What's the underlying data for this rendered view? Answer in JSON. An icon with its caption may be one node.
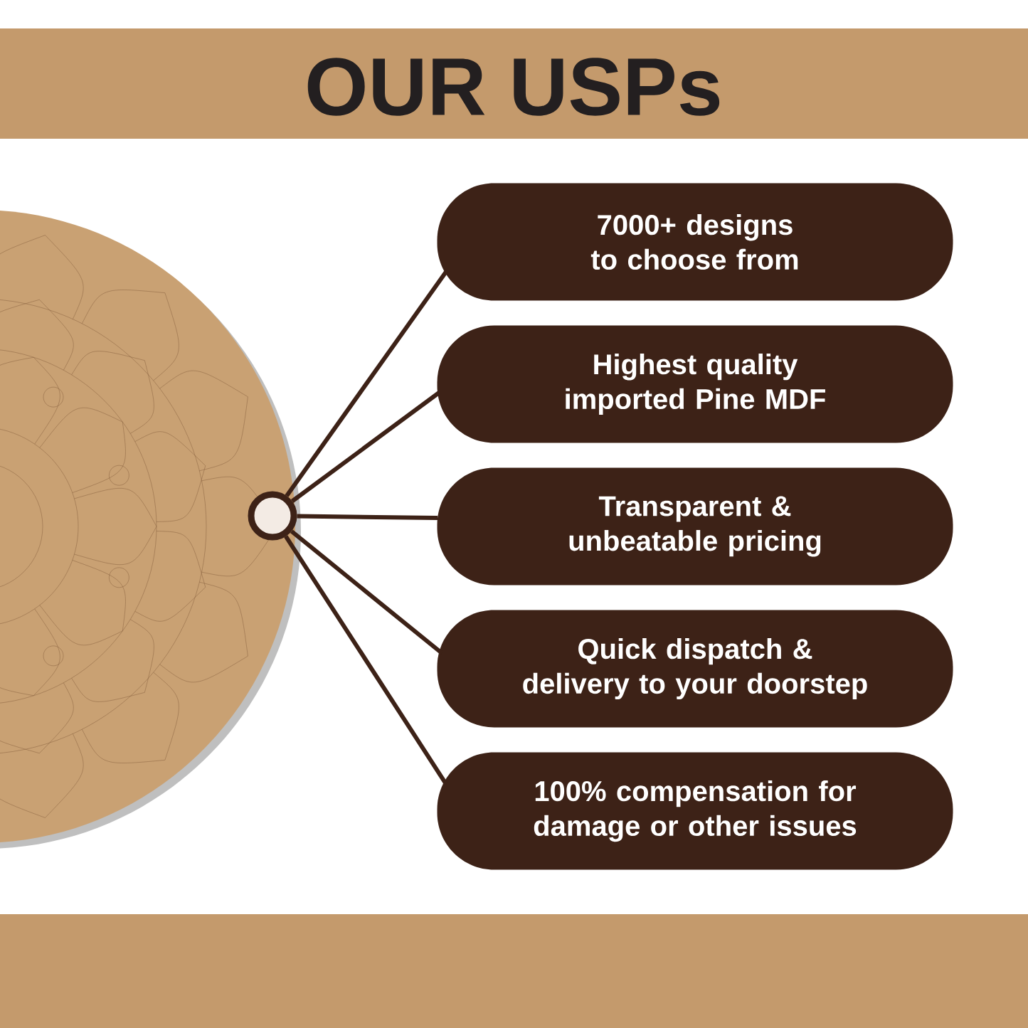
{
  "diagram": {
    "title": "OUR USPs",
    "nodes": [
      {
        "text": [],
        "shape": "circle"
      },
      {
        "text": [
          "7000+ designs to choose from"
        ]
      },
      {
        "text": [
          "Highest quality imported Pine MDF"
        ]
      },
      {
        "text": [
          "Transparent & unbeatable pricing"
        ]
      },
      {
        "text": [
          "Quick dispatch & delivery to your doorstep"
        ]
      },
      {
        "text": [
          "100% compensation for damage or other issues"
        ]
      }
    ],
    "edges": [
      {
        "from": 0,
        "to": 1,
        "arrow": "none"
      },
      {
        "from": 0,
        "to": 2,
        "arrow": "none"
      },
      {
        "from": 0,
        "to": 3,
        "arrow": "none"
      },
      {
        "from": 0,
        "to": 4,
        "arrow": "none"
      },
      {
        "from": 0,
        "to": 5,
        "arrow": "none"
      }
    ]
  }
}
